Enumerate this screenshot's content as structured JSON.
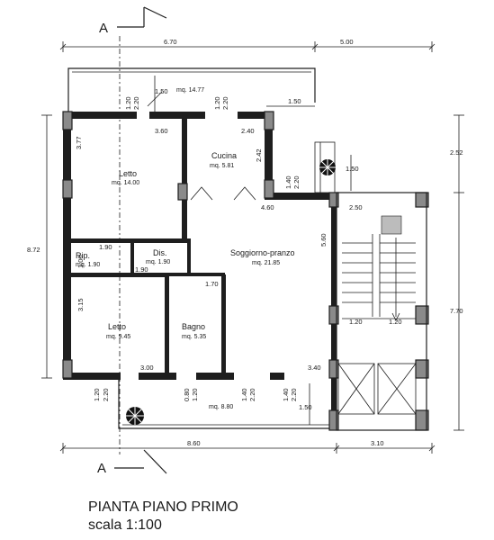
{
  "section_marks": {
    "top": "A",
    "bottom": "A"
  },
  "title": {
    "line1": "PIANTA PIANO PRIMO",
    "line2": "scala 1:100"
  },
  "dimensions": {
    "top_left": "6.70",
    "top_right": "5.00",
    "bottom_left": "8.60",
    "bottom_right": "3.10",
    "left_total": "8.72",
    "right_top": "2.52",
    "right_bottom": "7.70",
    "balcony_top_depth": "1.50",
    "balcony_right_depth": "1.50",
    "terrace_small": "1.50",
    "balcony_bottom_depth": "1.50",
    "win_letto1_h": "1.20",
    "win_letto1_w": "2.20",
    "win_cucina_h": "1.20",
    "win_cucina_w": "2.20",
    "letto1_w": "3.60",
    "letto1_h": "3.77",
    "cucina_w": "2.40",
    "cucina_h": "2.42",
    "door_h": "1.40",
    "door_w": "2.20",
    "sogg_w": "4.60",
    "sogg_h": "5.60",
    "rip_w": "1.90",
    "rip_h": "1.00",
    "dis_w": "1.90",
    "letto2_h": "3.15",
    "letto2_w": "3.00",
    "bagno_w": "1.70",
    "sogg_bottom": "3.40",
    "stair_w": "2.50",
    "stair_a": "1.20",
    "stair_b": "1.20",
    "win_b1_h": "1.20",
    "win_b1_w": "2.20",
    "win_b2_h": "0.80",
    "win_b2_w": "1.20",
    "win_b3_h": "1.40",
    "win_b3_w": "2.20",
    "win_b4_h": "1.40",
    "win_b4_w": "2.20"
  },
  "rooms": {
    "terrace_top": {
      "name": "",
      "area": "mq. 14.77"
    },
    "cucina": {
      "name": "Cucina",
      "area": "mq. 5.81"
    },
    "letto1": {
      "name": "Letto",
      "area": "mq. 14.00"
    },
    "rip": {
      "name": "Rip.",
      "area": "mq. 1.90"
    },
    "dis": {
      "name": "Dis.",
      "area": "mq. 1.90"
    },
    "soggiorno": {
      "name": "Soggiorno-pranzo",
      "area": "mq. 21.85"
    },
    "letto2": {
      "name": "Letto",
      "area": "mq. 9.45"
    },
    "bagno": {
      "name": "Bagno",
      "area": "mq. 5.35"
    },
    "balcony_bottom": {
      "name": "",
      "area": "mq. 8.80"
    }
  }
}
